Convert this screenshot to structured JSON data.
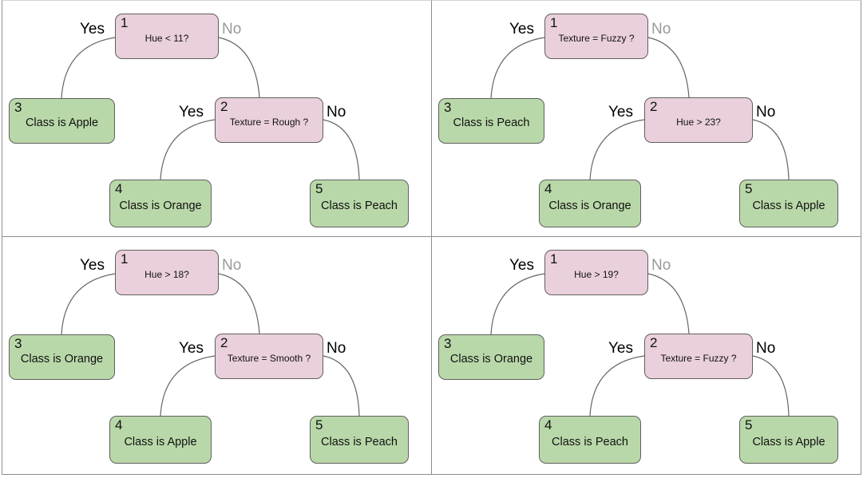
{
  "diagram": {
    "title": "decision-tree-grid",
    "edge_labels": {
      "yes": "Yes",
      "no": "No"
    },
    "colors": {
      "decision_fill": "#ead0dc",
      "leaf_fill": "#b9d8a9",
      "node_border": "#5f5f5f",
      "edge_line": "#666666",
      "no_label_muted": "#9a9a9a",
      "panel_border": "#8f8f8f",
      "background": "#ffffff"
    },
    "trees": [
      {
        "position": "top-left",
        "nodes": {
          "n1": {
            "id": "1",
            "label": "Hue < 11?"
          },
          "n2": {
            "id": "2",
            "label": "Texture = Rough ?"
          },
          "n3": {
            "id": "3",
            "label": "Class is Apple"
          },
          "n4": {
            "id": "4",
            "label": "Class is Orange"
          },
          "n5": {
            "id": "5",
            "label": "Class is Peach"
          }
        },
        "edges": [
          {
            "from": "1",
            "to": "3",
            "label": "Yes"
          },
          {
            "from": "1",
            "to": "2",
            "label": "No"
          },
          {
            "from": "2",
            "to": "4",
            "label": "Yes"
          },
          {
            "from": "2",
            "to": "5",
            "label": "No"
          }
        ]
      },
      {
        "position": "top-right",
        "nodes": {
          "n1": {
            "id": "1",
            "label": "Texture = Fuzzy ?"
          },
          "n2": {
            "id": "2",
            "label": "Hue > 23?"
          },
          "n3": {
            "id": "3",
            "label": "Class is Peach"
          },
          "n4": {
            "id": "4",
            "label": "Class is Orange"
          },
          "n5": {
            "id": "5",
            "label": "Class is Apple"
          }
        },
        "edges": [
          {
            "from": "1",
            "to": "3",
            "label": "Yes"
          },
          {
            "from": "1",
            "to": "2",
            "label": "No"
          },
          {
            "from": "2",
            "to": "4",
            "label": "Yes"
          },
          {
            "from": "2",
            "to": "5",
            "label": "No"
          }
        ]
      },
      {
        "position": "bottom-left",
        "nodes": {
          "n1": {
            "id": "1",
            "label": "Hue > 18?"
          },
          "n2": {
            "id": "2",
            "label": "Texture = Smooth ?"
          },
          "n3": {
            "id": "3",
            "label": "Class is Orange"
          },
          "n4": {
            "id": "4",
            "label": "Class is Apple"
          },
          "n5": {
            "id": "5",
            "label": "Class is Peach"
          }
        },
        "edges": [
          {
            "from": "1",
            "to": "3",
            "label": "Yes"
          },
          {
            "from": "1",
            "to": "2",
            "label": "No"
          },
          {
            "from": "2",
            "to": "4",
            "label": "Yes"
          },
          {
            "from": "2",
            "to": "5",
            "label": "No"
          }
        ]
      },
      {
        "position": "bottom-right",
        "nodes": {
          "n1": {
            "id": "1",
            "label": "Hue > 19?"
          },
          "n2": {
            "id": "2",
            "label": "Texture = Fuzzy ?"
          },
          "n3": {
            "id": "3",
            "label": "Class is Orange"
          },
          "n4": {
            "id": "4",
            "label": "Class is Peach"
          },
          "n5": {
            "id": "5",
            "label": "Class is Apple"
          }
        },
        "edges": [
          {
            "from": "1",
            "to": "3",
            "label": "Yes"
          },
          {
            "from": "1",
            "to": "2",
            "label": "No"
          },
          {
            "from": "2",
            "to": "4",
            "label": "Yes"
          },
          {
            "from": "2",
            "to": "5",
            "label": "No"
          }
        ]
      }
    ]
  }
}
